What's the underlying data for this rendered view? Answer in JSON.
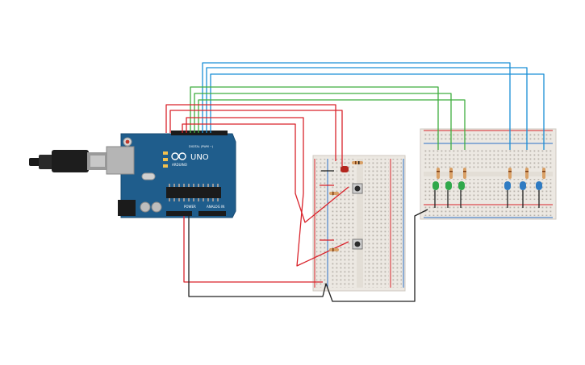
{
  "arduino": {
    "model_label": "UNO",
    "brand_label": "ARDUINO",
    "digital_label": "DIGITAL (PWM ~)",
    "power_label": "POWER",
    "analog_label": "ANALOG IN",
    "board_color": "#1f5d8c",
    "header_color": "#1b1b1b"
  },
  "colors": {
    "wire_blue": "#1a8fd6",
    "wire_green": "#3fae3f",
    "wire_red": "#d9232b",
    "wire_black": "#222222",
    "breadboard": "#ece8e2",
    "rail_red": "#d9232b",
    "rail_blue": "#2b6fc6",
    "led_green": "#2fa84a",
    "led_blue": "#2f7bc2",
    "led_red": "#b3261e",
    "resistor": "#d9a066"
  },
  "icons": {
    "usb_cable": "usb-cable-icon",
    "pushbutton": "pushbutton-icon",
    "led": "led-icon",
    "resistor": "resistor-icon"
  }
}
